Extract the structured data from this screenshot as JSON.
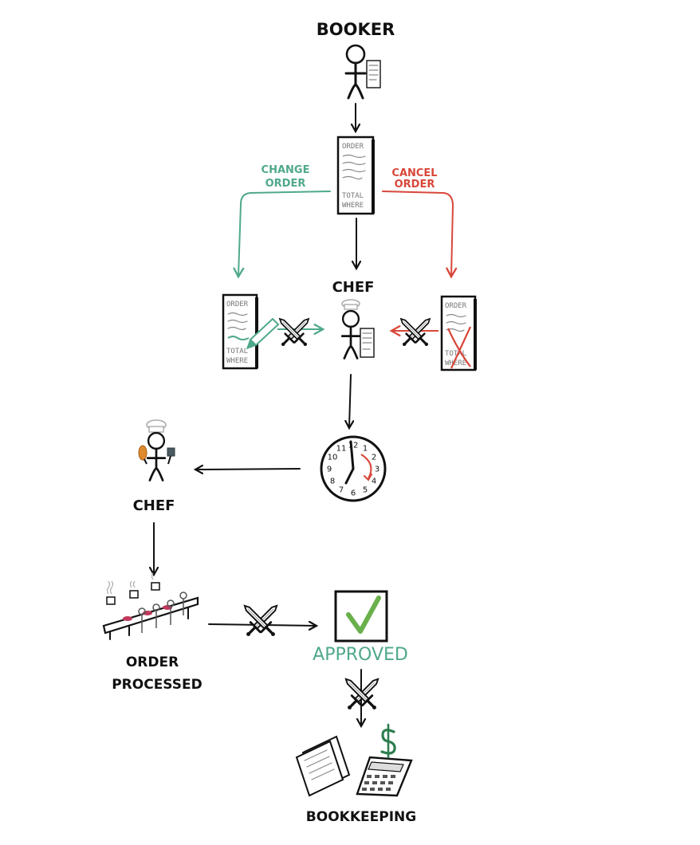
{
  "colors": {
    "ink": "#111111",
    "green": "#4fa88c",
    "red": "#d8473a",
    "check": "#6ab04c",
    "dollar": "#2e7d4f",
    "hat": "#aaaaaa",
    "meat": "#c0395b",
    "drumstick": "#e08a2e"
  },
  "labels": {
    "booker": "BOOKER",
    "change_order": [
      "CHANGE",
      "ORDER"
    ],
    "cancel_order": [
      "CANCEL",
      "ORDER"
    ],
    "chef_top": "CHEF",
    "chef_left": "CHEF",
    "order_processed": [
      "ORDER",
      "PROCESSED"
    ],
    "approved": "APPROVED",
    "bookkeeping": "BOOKKEEPING"
  },
  "order_doc": {
    "title": "ORDER",
    "total": "TOTAL",
    "where": "WHERE"
  },
  "clock": {
    "numbers": [
      "12",
      "1",
      "2",
      "3",
      "4",
      "5",
      "6",
      "7",
      "8",
      "9",
      "10",
      "11"
    ]
  },
  "icons": [
    "stick-figure-icon",
    "order-document-icon",
    "crossed-swords-icon",
    "pencil-icon",
    "clock-icon",
    "chef-hat-icon",
    "checkmark-icon",
    "calculator-icon",
    "dollar-icon",
    "papers-icon",
    "banquet-table-icon"
  ]
}
